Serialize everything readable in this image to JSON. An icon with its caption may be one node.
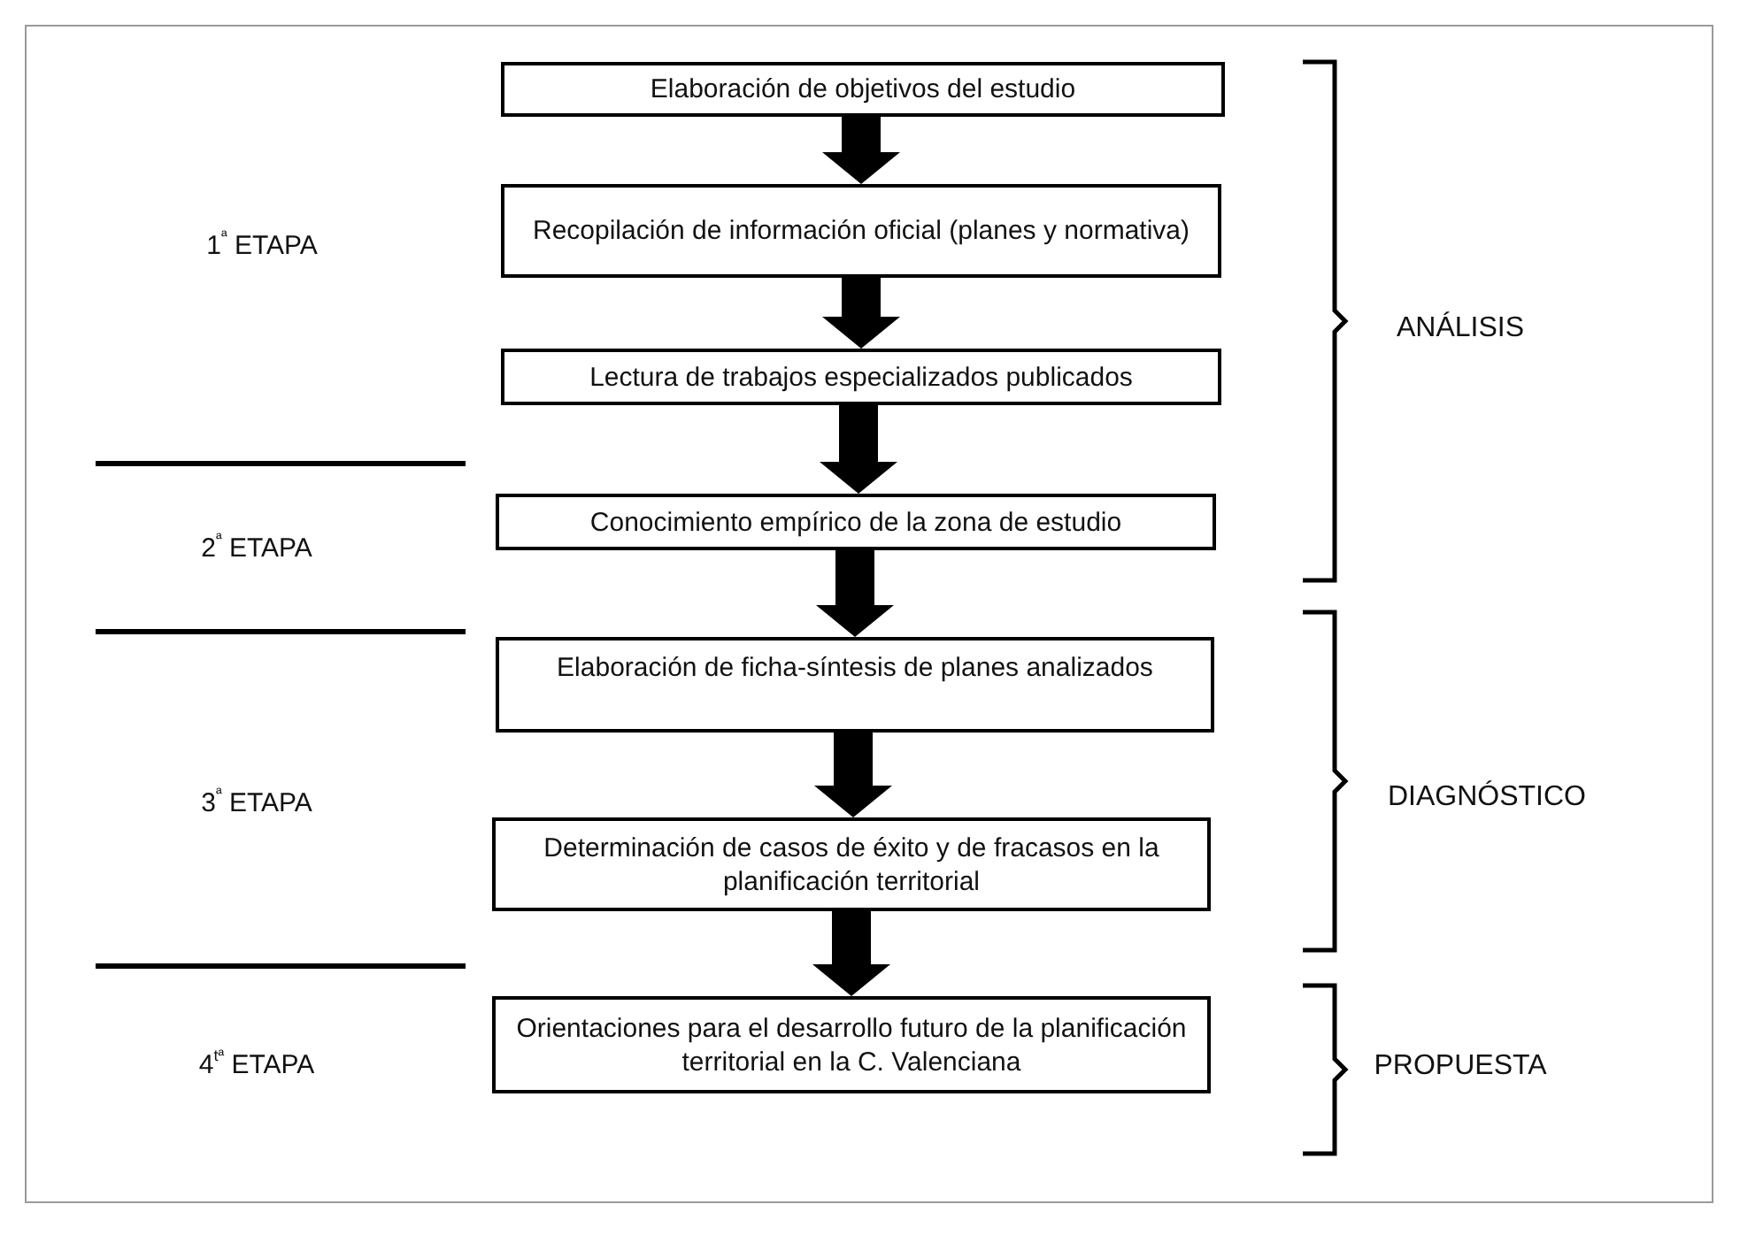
{
  "diagram": {
    "nodes": [
      {
        "text": [
          "Elaboración de objetivos del estudio"
        ]
      },
      {
        "text": [
          "Recopilación de información oficial (planes y normativa)"
        ]
      },
      {
        "text": [
          "Lectura de trabajos especializados publicados"
        ]
      },
      {
        "text": [
          "Conocimiento empírico de la zona de estudio"
        ]
      },
      {
        "text": [
          "Elaboración de ficha-síntesis de planes analizados"
        ]
      },
      {
        "text": [
          "Determinación de casos de éxito y de fracasos en la planificación territorial"
        ]
      },
      {
        "text": [
          "Orientaciones para el desarrollo futuro de la planificación territorial en la C. Valenciana"
        ]
      }
    ],
    "edges": [
      {
        "from": 0,
        "to": 1,
        "arrow": "to",
        "style": "thick"
      },
      {
        "from": 1,
        "to": 2,
        "arrow": "to",
        "style": "thick"
      },
      {
        "from": 2,
        "to": 3,
        "arrow": "to",
        "style": "thick"
      },
      {
        "from": 3,
        "to": 4,
        "arrow": "to",
        "style": "thick"
      },
      {
        "from": 4,
        "to": 5,
        "arrow": "to",
        "style": "thick"
      },
      {
        "from": 5,
        "to": 6,
        "arrow": "to",
        "style": "thick"
      }
    ],
    "labels": [
      "1$^{ª}$ ETAPA",
      "ANÁLISIS",
      "2$^{ª}$ ETAPA",
      "3$^{ª}$ ETAPA",
      "DIAGNÓSTICO",
      "4$^{tª}$ ETAPA",
      "PROPUESTA"
    ]
  }
}
